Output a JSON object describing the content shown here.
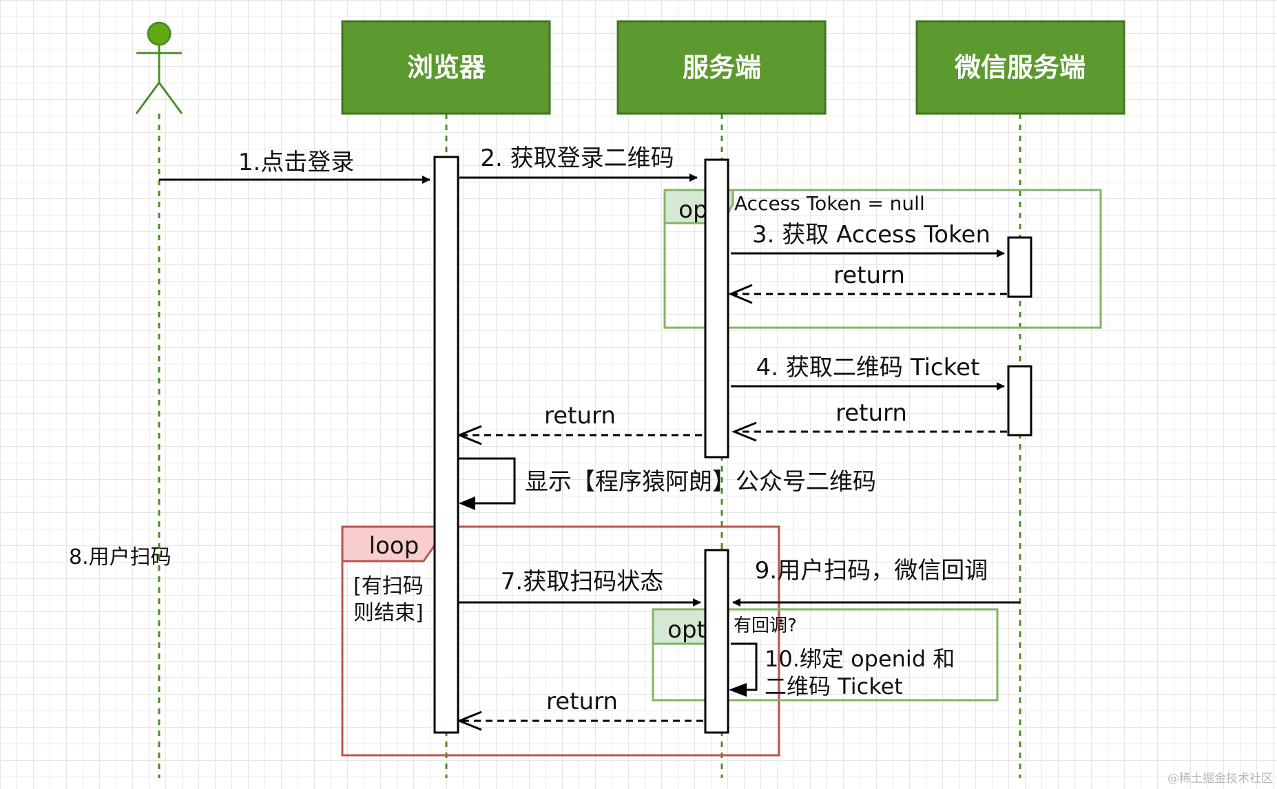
{
  "participants": {
    "actor": "",
    "browser": "浏览器",
    "server": "服务端",
    "wechat": "微信服务端"
  },
  "messages": {
    "m1": "1.点击登录",
    "m2": "2. 获取登录二维码",
    "m3": "3. 获取 Access Token",
    "m3_return": "return",
    "m4": "4. 获取二维码 Ticket",
    "m4_return": "return",
    "m2_return": "return",
    "self_show": "显示【程序猿阿朗】公众号二维码",
    "m8": "8.用户扫码",
    "m7": "7.获取扫码状态",
    "m9": "9.用户扫码，微信回调",
    "m10_line1": "10.绑定 openid 和",
    "m10_line2": "二维码 Ticket",
    "m7_return": "return"
  },
  "fragments": {
    "opt1": {
      "tag": "opt",
      "guard": "Access Token = null"
    },
    "loop": {
      "tag": "loop",
      "guard_line1": "[有扫码",
      "guard_line2": "则结束]"
    },
    "opt2": {
      "tag": "opt",
      "guard": "有回调?"
    }
  },
  "watermark": "@稀土掘金技术社区",
  "colors": {
    "participant_fill": "#5c9a2f",
    "participant_border": "#41761d",
    "lifeline": "#4c8c25",
    "opt_border": "#82b366",
    "opt_tag_fill": "#d5e8d4",
    "loop_border": "#b85450",
    "loop_tag_fill": "#f8cecc"
  }
}
